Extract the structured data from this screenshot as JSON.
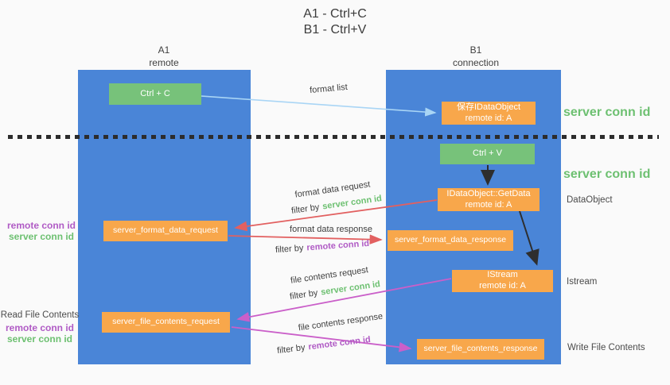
{
  "title": {
    "line1": "A1 - Ctrl+C",
    "line2": "B1 - Ctrl+V"
  },
  "lanes": {
    "left": {
      "name": "A1",
      "sub": "remote"
    },
    "right": {
      "name": "B1",
      "sub": "connection"
    }
  },
  "nodes": {
    "ctrl_c": {
      "label": "Ctrl + C"
    },
    "ctrl_v": {
      "label": "Ctrl + V"
    },
    "save_idataobject": {
      "line1": "保存IDataObject",
      "line2": "remote id: A"
    },
    "idataobject_getdata": {
      "line1": "IDataObject::GetData",
      "line2": "remote id: A"
    },
    "istream": {
      "line1": "IStream",
      "line2": "remote id: A"
    },
    "server_format_data_request": {
      "label": "server_format_data_request"
    },
    "server_format_data_response": {
      "label": "server_format_data_response"
    },
    "server_file_contents_request": {
      "label": "server_file_contents_request"
    },
    "server_file_contents_response": {
      "label": "server_file_contents_response"
    }
  },
  "flows": {
    "format_list": {
      "label": "format list"
    },
    "format_data_request": {
      "label": "format data request",
      "filter_prefix": "filter by",
      "filter_value": "server conn id"
    },
    "format_data_response": {
      "label": "format data response",
      "filter_prefix": "filter by",
      "filter_value": "remote conn id"
    },
    "file_contents_request": {
      "label": "file contents request",
      "filter_prefix": "filter by",
      "filter_value": "server conn id"
    },
    "file_contents_response": {
      "label": "file contents response",
      "filter_prefix": "filter by",
      "filter_value": "remote conn id"
    }
  },
  "side_labels": {
    "left_top": {
      "remote_conn_id": "remote conn id",
      "server_conn_id": "server conn id"
    },
    "left_bottom": {
      "title": "Read File Contents",
      "remote_conn_id": "remote conn id",
      "server_conn_id": "server conn id"
    },
    "right": {
      "server_conn_id_copy": "server conn id",
      "server_conn_id_paste": "server conn id",
      "dataobject": "DataObject",
      "istream": "Istream",
      "write_file_contents": "Write File Contents"
    }
  },
  "colors": {
    "lane_blue": "#4a85d7",
    "node_green": "#77c27a",
    "node_orange": "#f8a74b",
    "server_conn_id_green": "#6dc071",
    "remote_conn_id_purple": "#b05bc5",
    "request_red": "#e26060",
    "response_magenta": "#ca5fc9",
    "format_list_blue": "#a9d5f5",
    "black_arrow": "#2e2e2e",
    "background": "#fafafa"
  }
}
